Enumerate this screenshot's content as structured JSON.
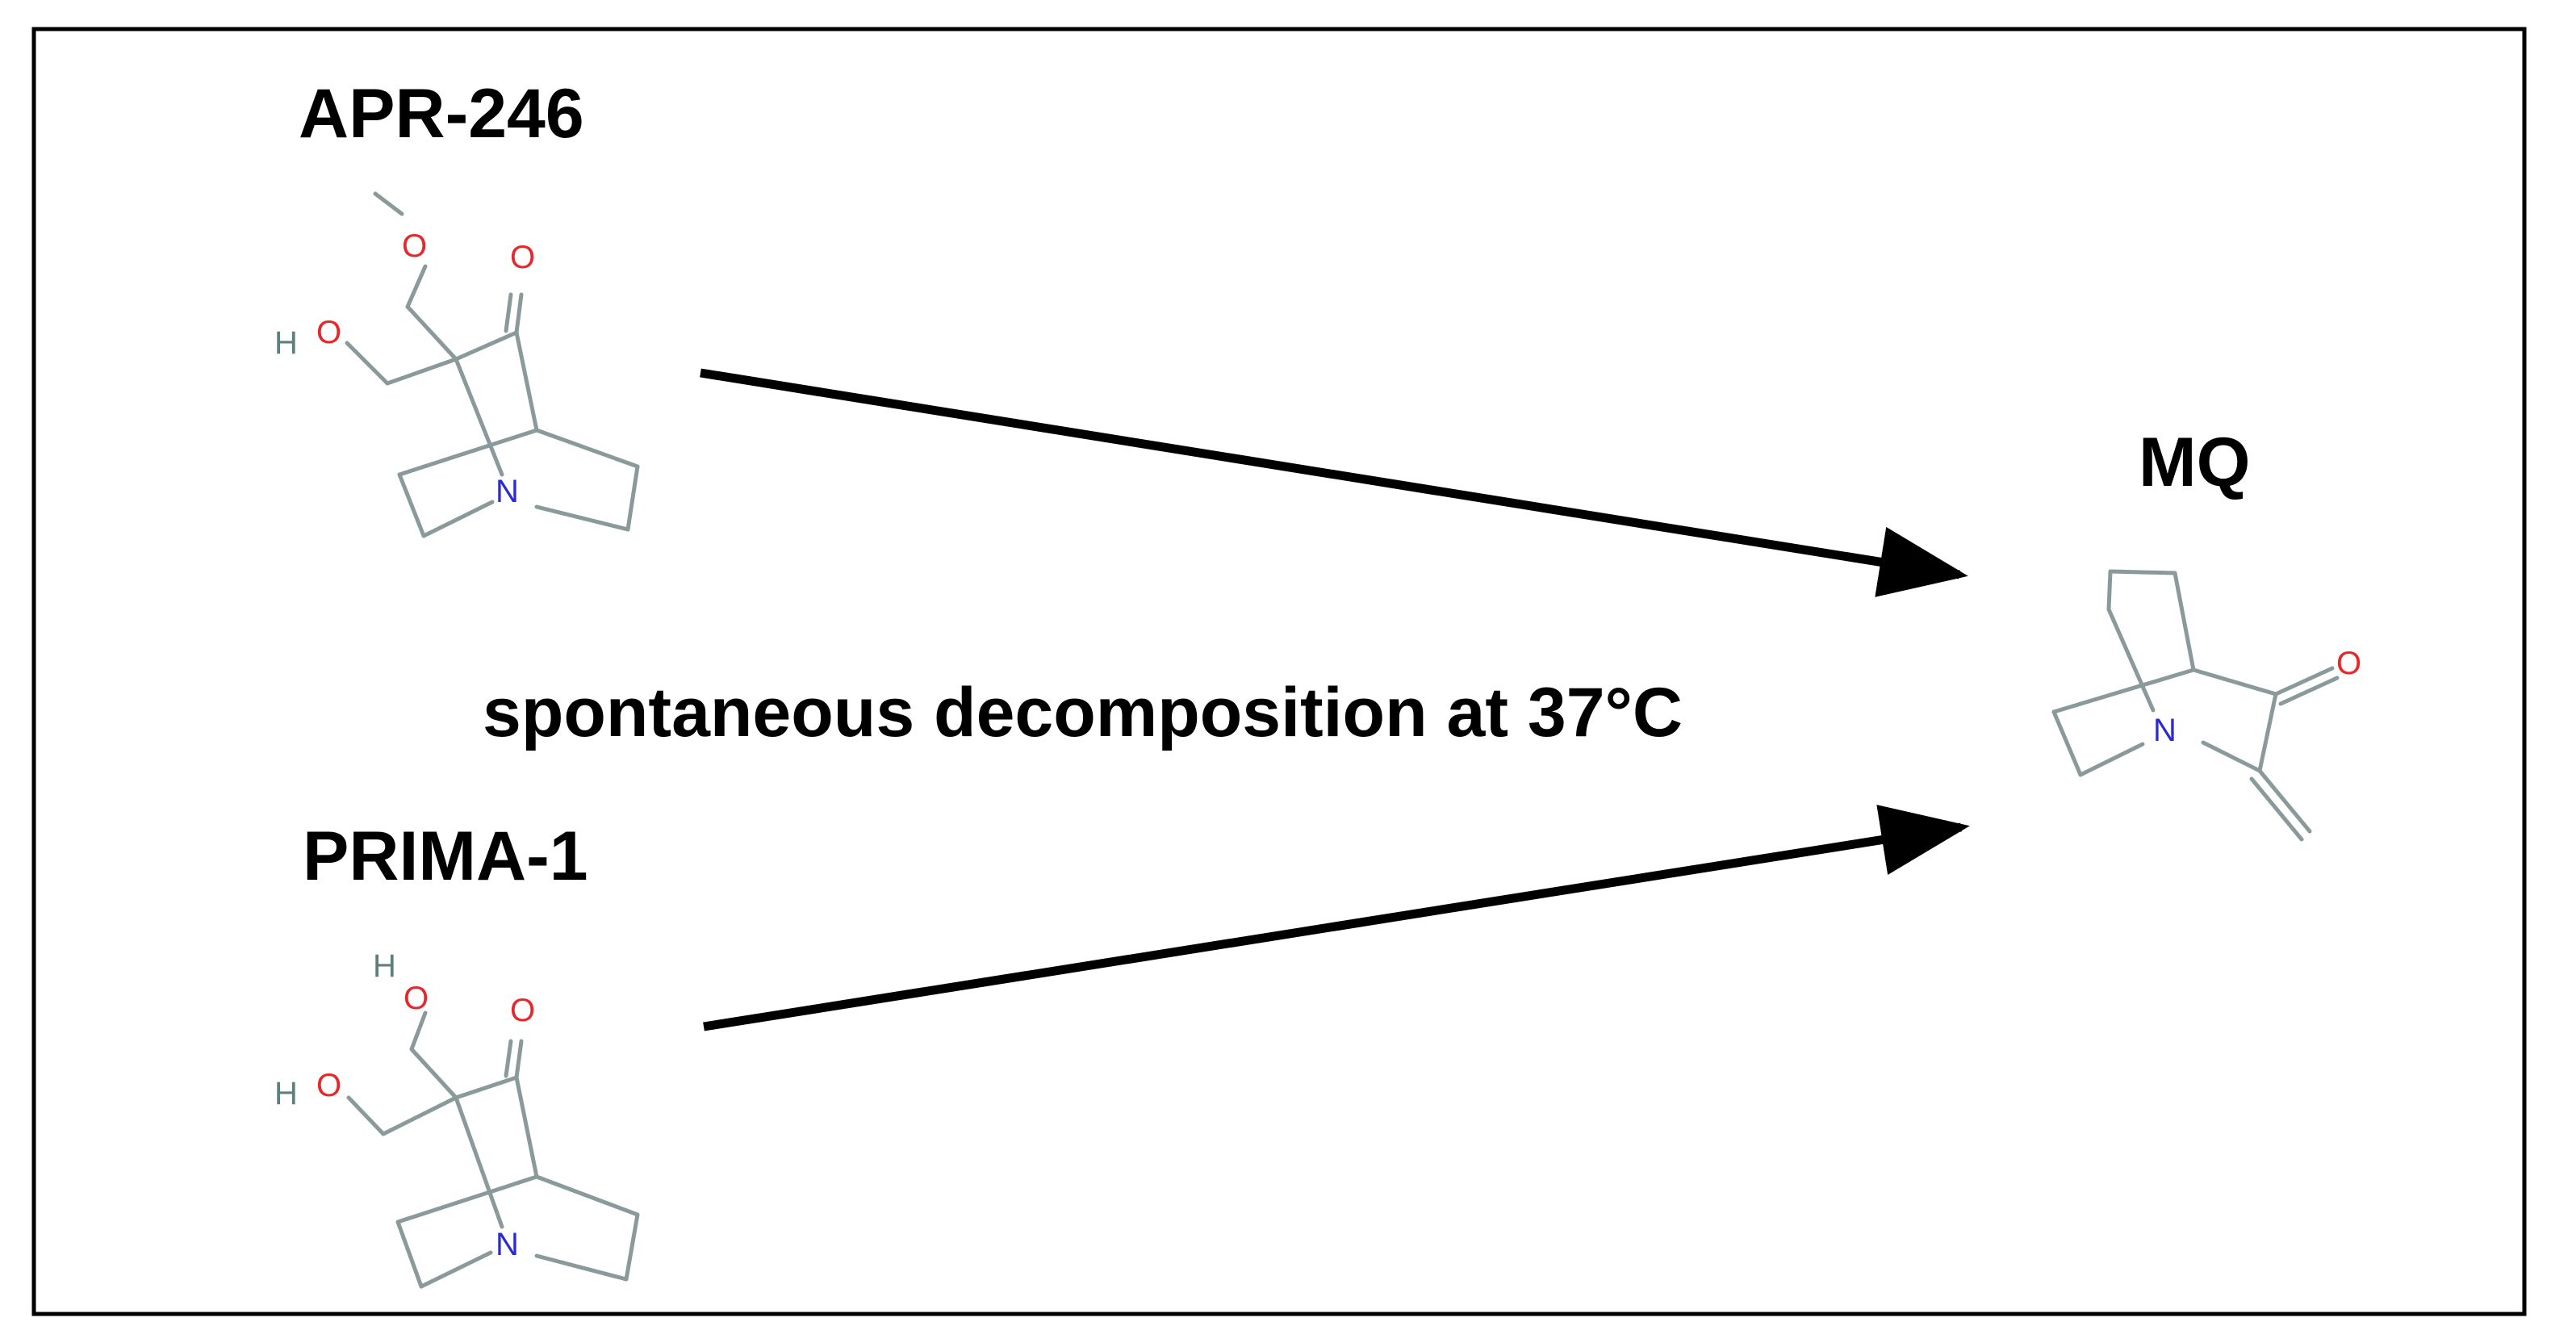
{
  "compounds": {
    "apr246": {
      "name": "APR-246",
      "atoms": {
        "methoxy_o": "O",
        "ketone_o": "O",
        "hydroxyl_h": "H",
        "hydroxyl_o": "O",
        "nitrogen": "N"
      }
    },
    "prima1": {
      "name": "PRIMA-1",
      "atoms": {
        "top_h": "H",
        "top_o": "O",
        "ketone_o": "O",
        "left_h": "H",
        "left_o": "O",
        "nitrogen": "N"
      }
    },
    "mq": {
      "name": "MQ",
      "atoms": {
        "ketone_o": "O",
        "nitrogen": "N"
      }
    }
  },
  "reaction": {
    "condition": "spontaneous decomposition at 37°C"
  },
  "colors": {
    "bond": "#8a9a9a",
    "oxygen": "#e8262b",
    "nitrogen": "#2b2bd6",
    "hydrogen": "#5f7f7f",
    "text": "#000000",
    "frame": "#000000"
  }
}
